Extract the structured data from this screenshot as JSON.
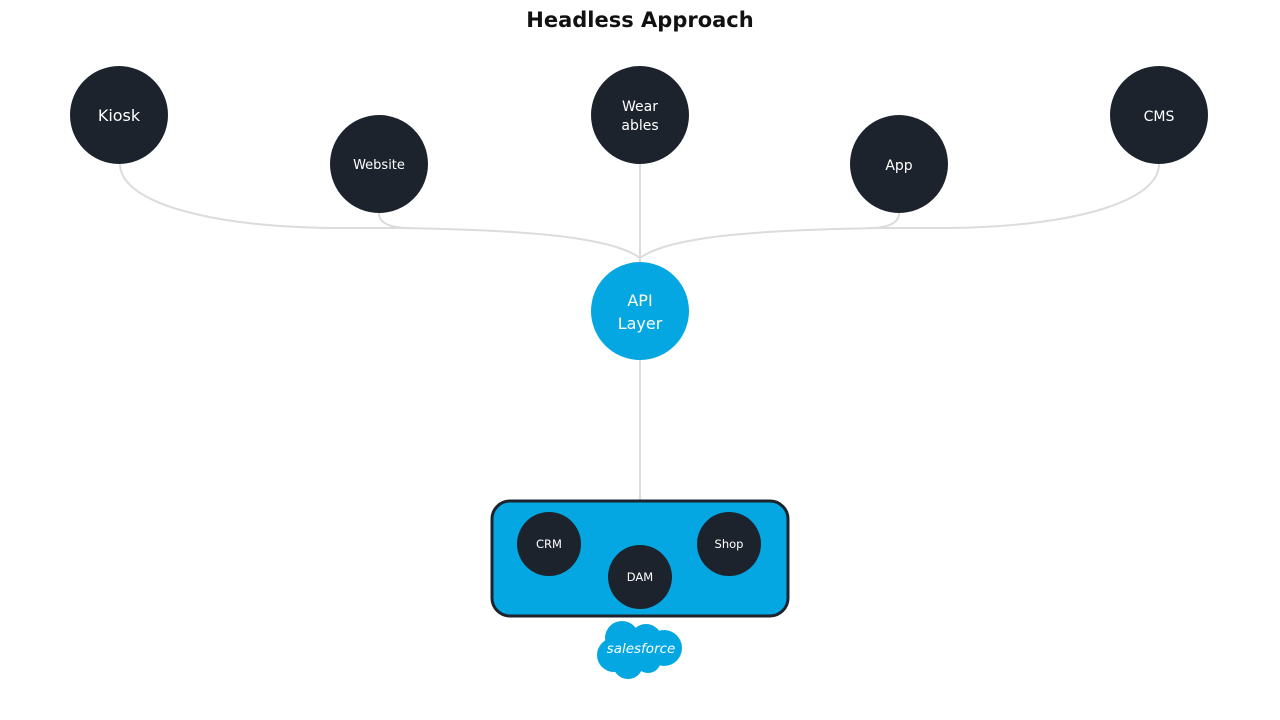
{
  "title": "Headless Approach",
  "colors": {
    "channel_node": "#1d232c",
    "api_node": "#04a7e2",
    "platform_box": "#04a7e2",
    "platform_border": "#1d232c",
    "connector": "#dcdcdc",
    "salesforce_cloud": "#04a7e2"
  },
  "channels": [
    {
      "id": "kiosk",
      "label": [
        "Kiosk"
      ]
    },
    {
      "id": "website",
      "label": [
        "Website"
      ]
    },
    {
      "id": "wearables",
      "label": [
        "Wear",
        "ables"
      ]
    },
    {
      "id": "app",
      "label": [
        "App"
      ]
    },
    {
      "id": "cms",
      "label": [
        "CMS"
      ]
    }
  ],
  "api": {
    "label": [
      "API",
      "Layer"
    ]
  },
  "platform": {
    "services": [
      {
        "id": "crm",
        "label": "CRM"
      },
      {
        "id": "dam",
        "label": "DAM"
      },
      {
        "id": "shop",
        "label": "Shop"
      }
    ],
    "logo": {
      "label": "salesforce",
      "icon": "salesforce-cloud-logo"
    }
  }
}
